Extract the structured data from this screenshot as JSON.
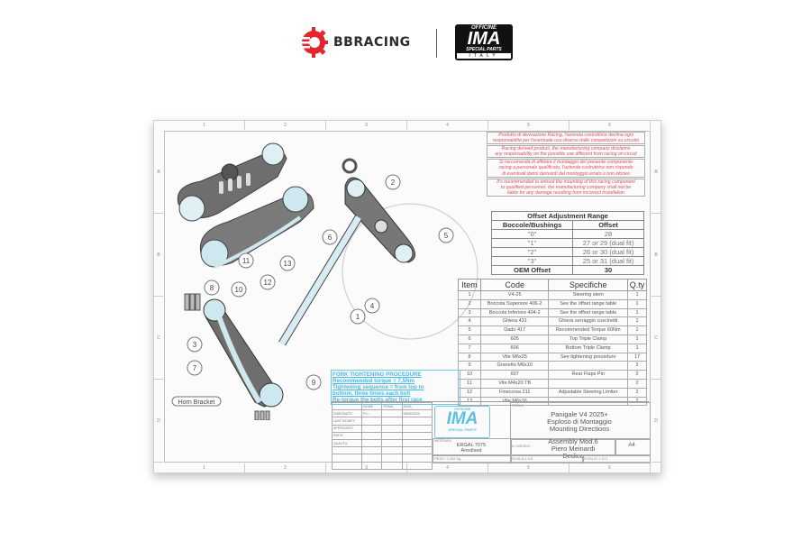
{
  "header": {
    "brand_left": "BBRACING",
    "brand_right": {
      "top": "OFFICINE",
      "main": "IMA",
      "sub": "SPECIAL PARTS",
      "country": "ITALY"
    }
  },
  "drawing": {
    "zones_top": [
      "1",
      "2",
      "3",
      "4",
      "5",
      "6"
    ],
    "zones_bottom": [
      "1",
      "2",
      "3",
      "4",
      "5",
      "6"
    ],
    "zones_side": [
      "A",
      "B",
      "C",
      "D"
    ],
    "disclaimer": [
      "Prodotto di derivazione Racing, l'azienda costruttrice declina ogni",
      "responsabilità per l'eventuale uso diverso dalle competizioni su circuito",
      "Racing derived product, the manufacturing company disclaims",
      "any responsability on the possible use different from racing on circuit",
      "Si raccomanda di affidare il montaggio del presente componente",
      "racing a personale qualificato, l'azienda costruttrice non risponde",
      "di eventuali danni derivanti dal montaggio errato o non idoneo",
      "It's recommended to entrust the mounting of this racing component",
      "to qualified personnel, the manufacturing company shall not be",
      "liable for any damage resulting from incorrect installation"
    ],
    "offset_table": {
      "title": "Offset Adjustment Range",
      "headers": [
        "Boccole/Bushings",
        "Offset"
      ],
      "rows": [
        [
          "\"0\"",
          "28"
        ],
        [
          "\"1\"",
          "27 or 29 (dual fit)"
        ],
        [
          "\"2\"",
          "26 or 30 (dual fit)"
        ],
        [
          "\"3\"",
          "25 or 31 (dual fit)"
        ]
      ],
      "oem_label": "OEM Offset",
      "oem_value": "30"
    },
    "parts_table": {
      "headers": [
        "Item",
        "Code",
        "Specifiche",
        "Q.ty"
      ],
      "rows": [
        [
          "1",
          "V4-25",
          "Steering stem",
          "1"
        ],
        [
          "2",
          "Boccola Superiore 406-2",
          "See the offset range table",
          "1"
        ],
        [
          "3",
          "Boccola Inferiore 404-2",
          "See the offset range table",
          "1"
        ],
        [
          "4",
          "Ghiera 431",
          "Ghiera serraggio cuscinetti",
          "1"
        ],
        [
          "5",
          "Dado 417",
          "Recommended Torque 60Nm",
          "1"
        ],
        [
          "6",
          "605",
          "Top Triple Clamp",
          "1"
        ],
        [
          "7",
          "606",
          "Bottom Triple Clamp",
          "1"
        ],
        [
          "8",
          "Vite M6x25",
          "See tightening procedure",
          "17"
        ],
        [
          "9",
          "Granetto M6x10",
          "",
          "2"
        ],
        [
          "10",
          "607",
          "Rear Flaps Pin",
          "2"
        ],
        [
          "11",
          "Vite M4x20 TB",
          "",
          "2"
        ],
        [
          "12",
          "Finecorsa 211",
          "Adjustable Steering Limiter",
          "2"
        ],
        [
          "13",
          "Vite M6x16",
          "",
          "2"
        ]
      ]
    },
    "fork_procedure": [
      "FORK TIGHTENING PROCEDURE",
      "Recommended torque = 7,5Nm",
      "Tightening sequence = from top to",
      "bottom, three times each bolt",
      "Re-torque the bolts after first race"
    ],
    "callouts": [
      "1",
      "2",
      "3",
      "4",
      "5",
      "6",
      "7",
      "8",
      "9",
      "10",
      "11",
      "12",
      "13"
    ],
    "horn_bracket_label": "Horn Bracket",
    "title_block": {
      "grid_headers": [
        "",
        "NOME",
        "FIRMA",
        "DATA"
      ],
      "grid_rows": [
        [
          "DISEGNATO",
          "P.C.",
          "",
          "05/05/2025"
        ],
        [
          "LAST MODIFY",
          "",
          "",
          ""
        ],
        [
          "APPROVATO",
          "",
          "",
          ""
        ],
        [
          "RATIO",
          "",
          "",
          ""
        ],
        [
          "QUALITA'",
          "",
          "",
          ""
        ],
        [
          "",
          "",
          "",
          ""
        ],
        [
          "",
          "",
          "",
          ""
        ],
        [
          "",
          "",
          "",
          ""
        ]
      ],
      "logo": {
        "top": "OFFICINE",
        "main": "IMA",
        "sub": "SPECIAL PARTS"
      },
      "titolo_label": "TITOLO",
      "title_lines": [
        "Panigale V4 2025+",
        "Esploso di Montaggio",
        "Mounting Directions"
      ],
      "materiale_label": "MATERIALE",
      "material_lines": [
        "ERGAL 7075",
        "Anodised"
      ],
      "disegno_label": "N. DISEGNO",
      "drawing_lines": [
        "Assembly Mod.6",
        "Piero Meinardi",
        "Dedica"
      ],
      "format": "A4",
      "peso": "PESO: 2,532 Kg",
      "scala": "SCALA:1:3.5",
      "foglio": "FOGLIO 1 DI 1"
    }
  }
}
